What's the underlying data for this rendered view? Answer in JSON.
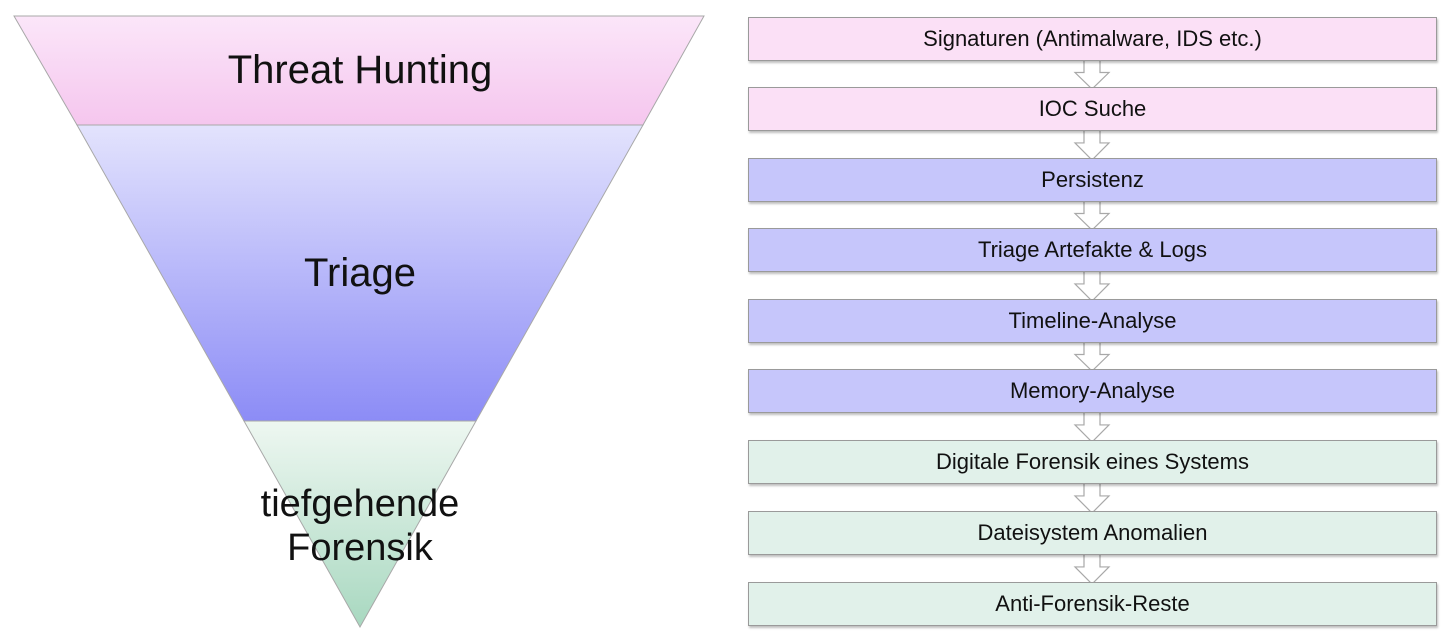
{
  "funnel": {
    "levels": [
      {
        "label_lines": [
          "Threat Hunting"
        ],
        "color_top": "#fbe6f9",
        "color_bottom": "#f5c6ee"
      },
      {
        "label_lines": [
          "Triage"
        ],
        "color_top": "#e3e3fd",
        "color_bottom": "#8c8cf6"
      },
      {
        "label_lines": [
          "tiefgehende",
          "Forensik"
        ],
        "color_top": "#eef7f1",
        "color_bottom": "#a8d8c0"
      }
    ]
  },
  "steps": [
    {
      "label": "Signaturen (Antimalware, IDS etc.)",
      "color": "#fbe0f6"
    },
    {
      "label": "IOC Suche",
      "color": "#fbe0f6"
    },
    {
      "label": "Persistenz",
      "color": "#c6c6fb"
    },
    {
      "label": "Triage Artefakte & Logs",
      "color": "#c6c6fb"
    },
    {
      "label": "Timeline-Analyse",
      "color": "#c6c6fb"
    },
    {
      "label": "Memory-Analyse",
      "color": "#c6c6fb"
    },
    {
      "label": "Digitale Forensik eines Systems",
      "color": "#e1f1ea"
    },
    {
      "label": "Dateisystem Anomalien",
      "color": "#e1f1ea"
    },
    {
      "label": "Anti-Forensik-Reste",
      "color": "#e1f1ea"
    }
  ]
}
